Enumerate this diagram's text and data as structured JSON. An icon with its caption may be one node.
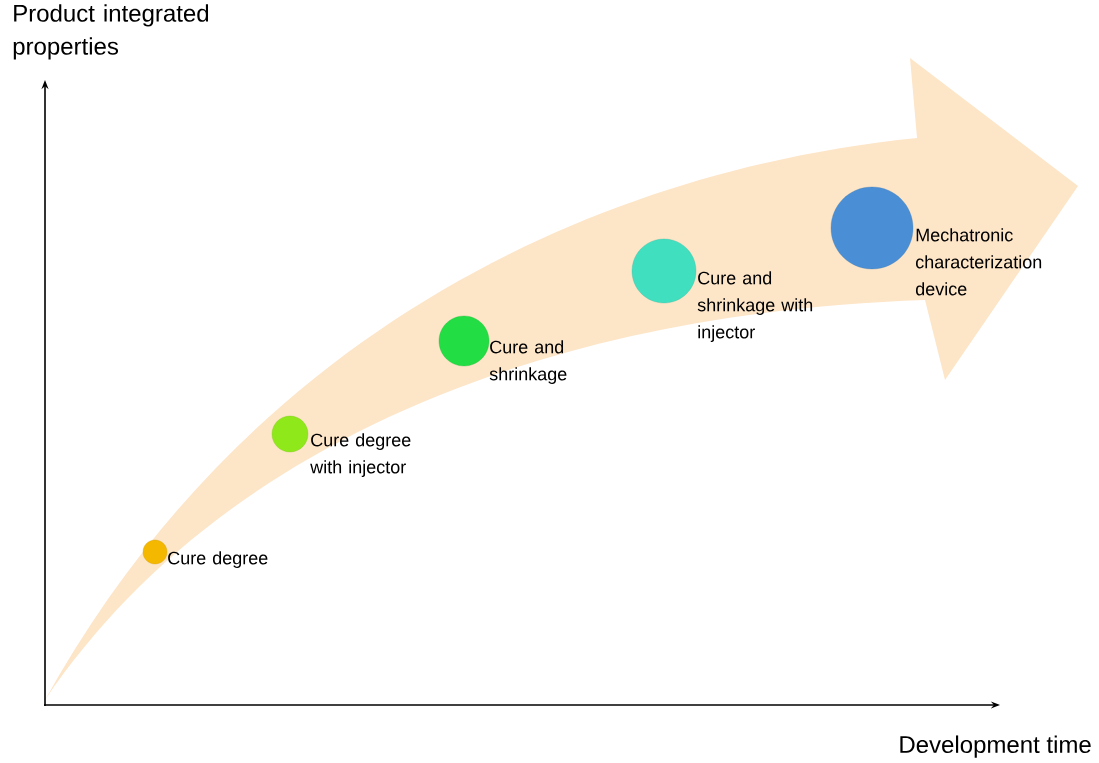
{
  "diagram": {
    "nodes": [
      {
        "text": [],
        "shape": "circle",
        "beside": [
          "Cure degree"
        ]
      },
      {
        "text": [],
        "shape": "circle",
        "beside": [
          "Cure degree with injector"
        ]
      },
      {
        "text": [],
        "shape": "circle",
        "beside": [
          "Cure and shrinkage"
        ]
      },
      {
        "text": [],
        "shape": "circle",
        "beside": [
          "Cure and shrinkage with injector"
        ]
      },
      {
        "text": [],
        "shape": "circle",
        "beside": [
          "Mechatronic characterization device"
        ]
      }
    ],
    "labels": [
      "Product integrated properties",
      "Development time"
    ]
  }
}
